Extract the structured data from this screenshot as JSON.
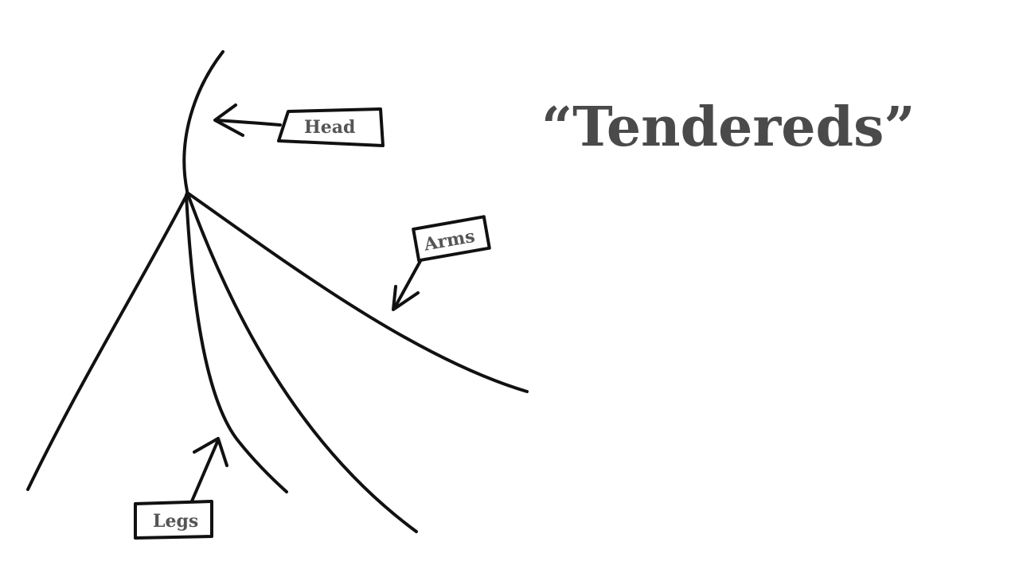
{
  "title": "“Tendereds”",
  "labels": {
    "head": "Head",
    "arms": "Arms",
    "legs": "Legs"
  },
  "colors": {
    "ink": "#111111",
    "label_text": "#555555",
    "title_text": "#4a4a4a",
    "background": "#ffffff"
  }
}
